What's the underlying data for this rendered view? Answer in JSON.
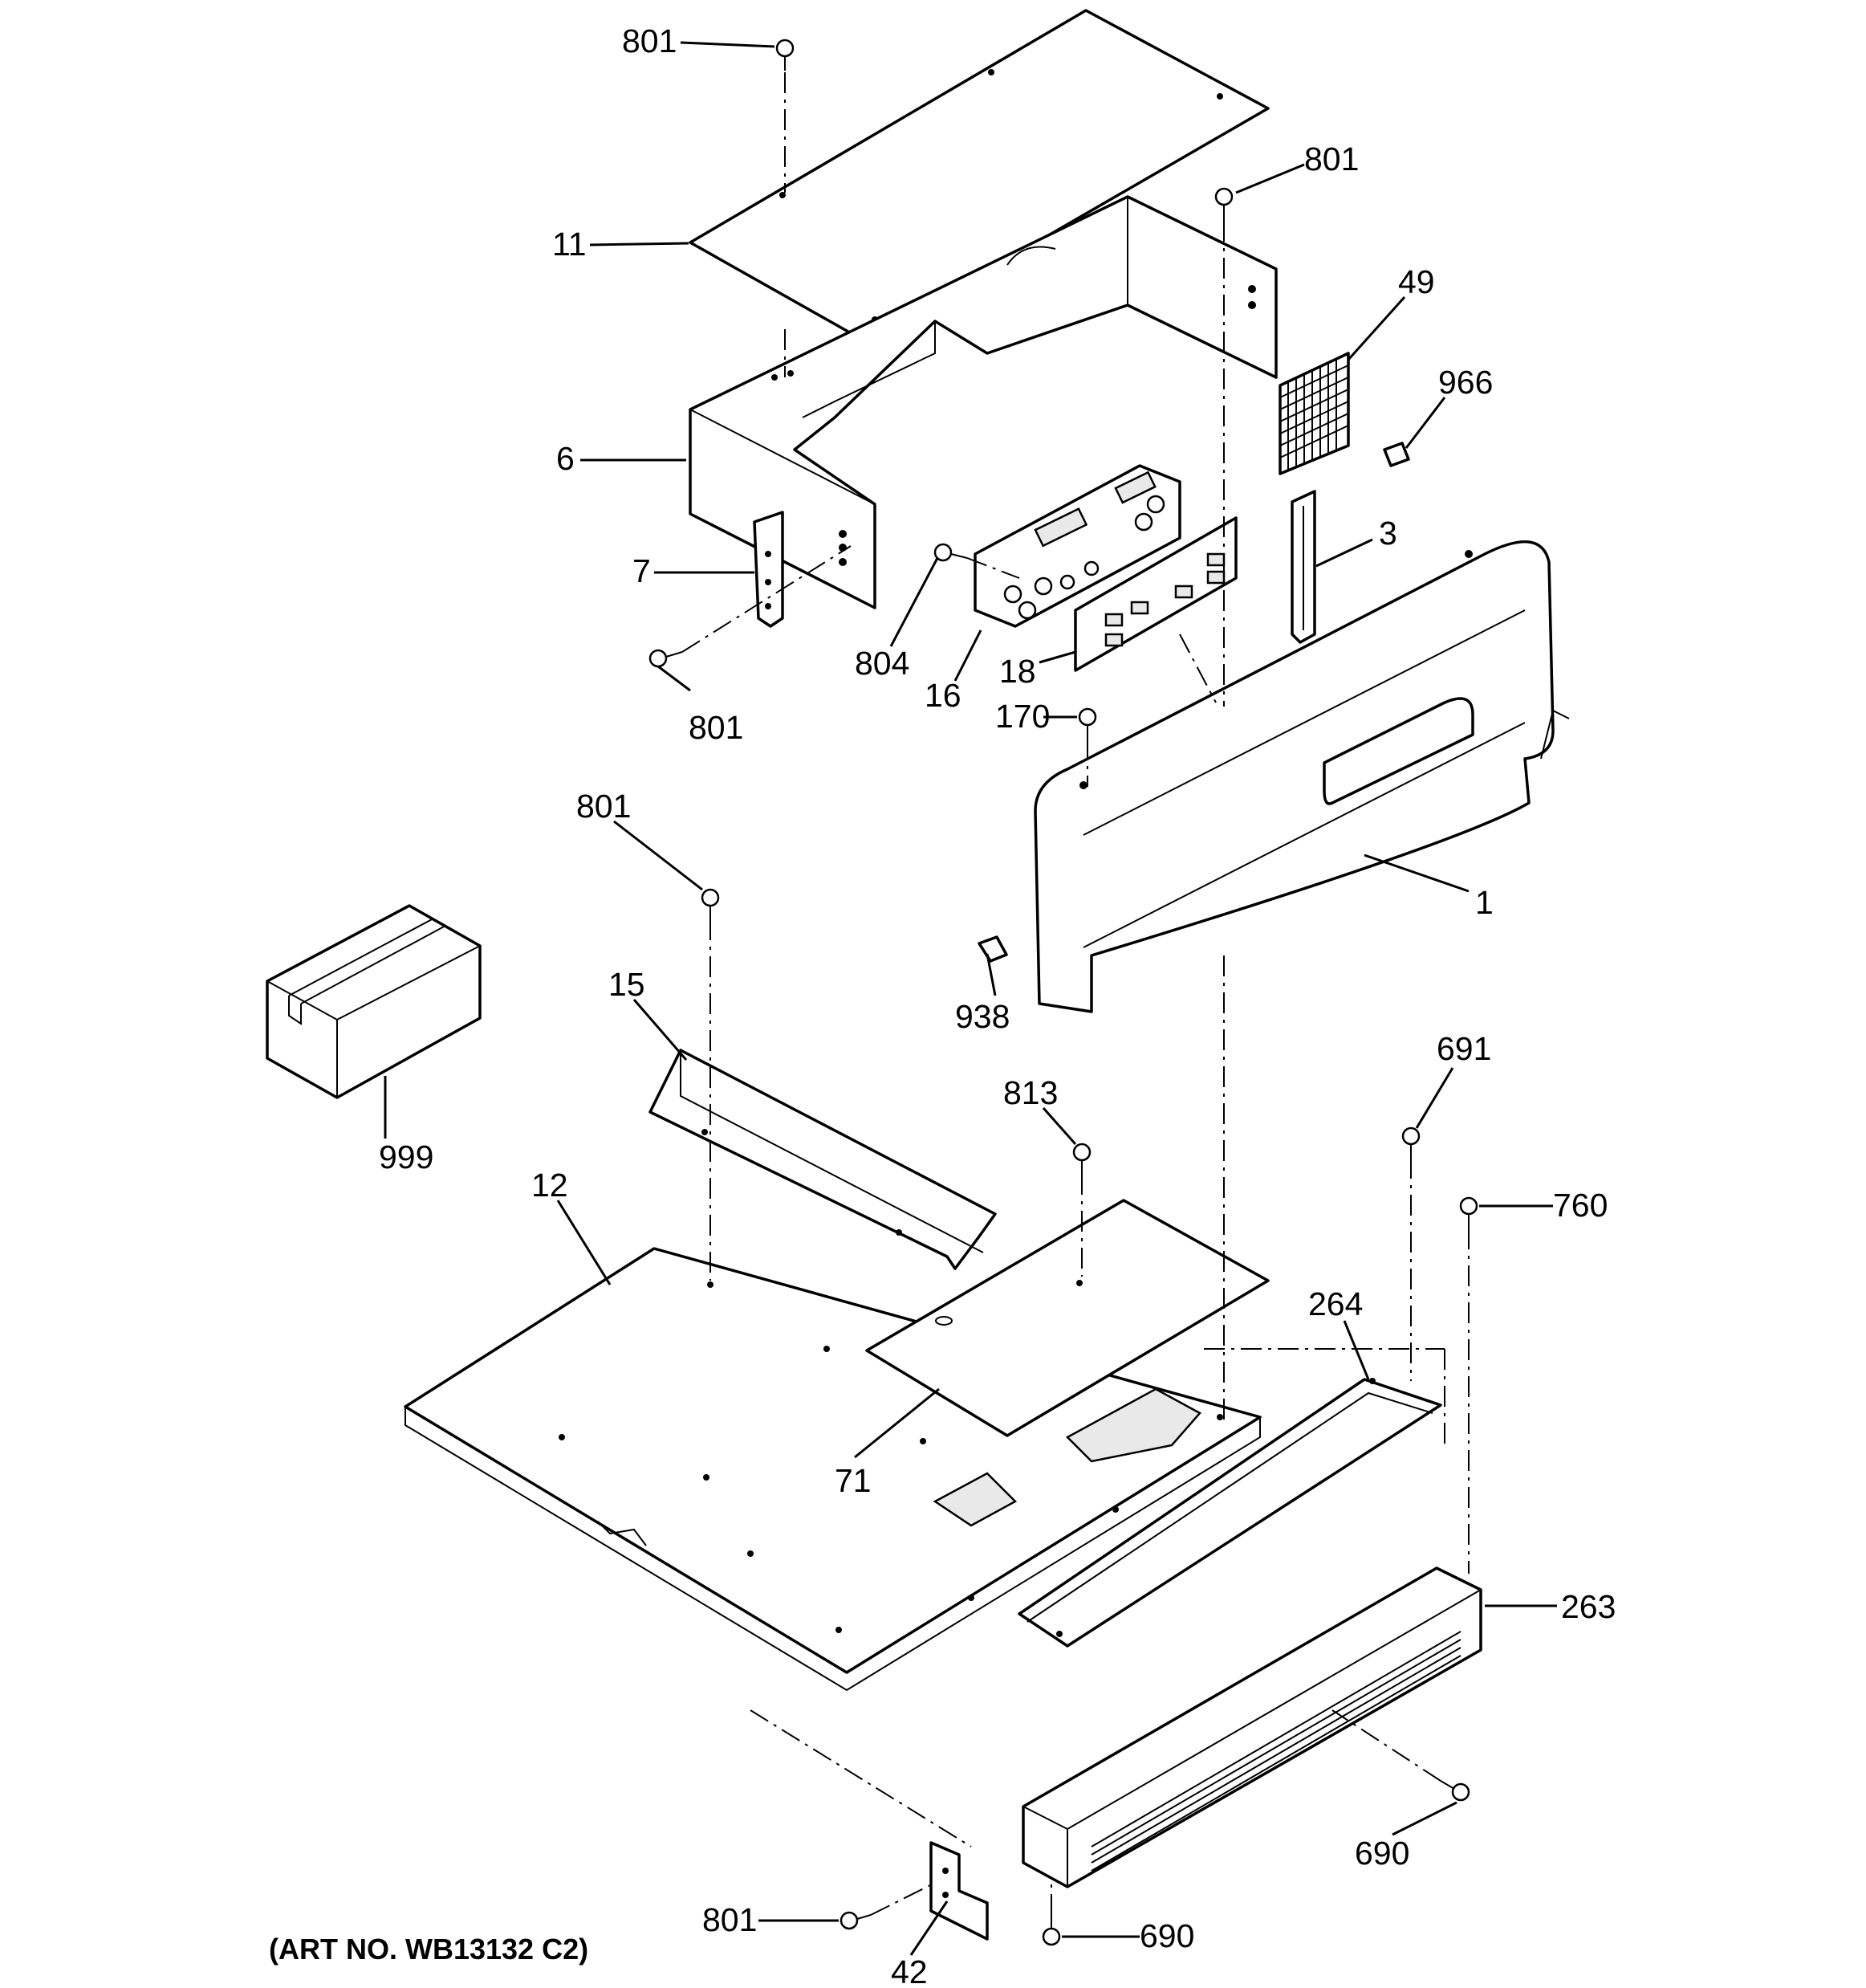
{
  "art_number": "(ART NO. WB13132 C2)",
  "callouts": [
    {
      "id": "c801-top",
      "text": "801"
    },
    {
      "id": "c801-upper-right",
      "text": "801"
    },
    {
      "id": "c11",
      "text": "11"
    },
    {
      "id": "c49",
      "text": "49"
    },
    {
      "id": "c966",
      "text": "966"
    },
    {
      "id": "c6",
      "text": "6"
    },
    {
      "id": "c3",
      "text": "3"
    },
    {
      "id": "c7",
      "text": "7"
    },
    {
      "id": "c804",
      "text": "804"
    },
    {
      "id": "c16",
      "text": "16"
    },
    {
      "id": "c18",
      "text": "18"
    },
    {
      "id": "c801-left-bracket",
      "text": "801"
    },
    {
      "id": "c170",
      "text": "170"
    },
    {
      "id": "c801-mid",
      "text": "801"
    },
    {
      "id": "c1",
      "text": "1"
    },
    {
      "id": "c15",
      "text": "15"
    },
    {
      "id": "c938",
      "text": "938"
    },
    {
      "id": "c691",
      "text": "691"
    },
    {
      "id": "c813",
      "text": "813"
    },
    {
      "id": "c999",
      "text": "999"
    },
    {
      "id": "c12",
      "text": "12"
    },
    {
      "id": "c760",
      "text": "760"
    },
    {
      "id": "c264",
      "text": "264"
    },
    {
      "id": "c71",
      "text": "71"
    },
    {
      "id": "c263",
      "text": "263"
    },
    {
      "id": "c690-right",
      "text": "690"
    },
    {
      "id": "c801-bottom",
      "text": "801"
    },
    {
      "id": "c690-bottom",
      "text": "690"
    },
    {
      "id": "c42",
      "text": "42"
    }
  ]
}
